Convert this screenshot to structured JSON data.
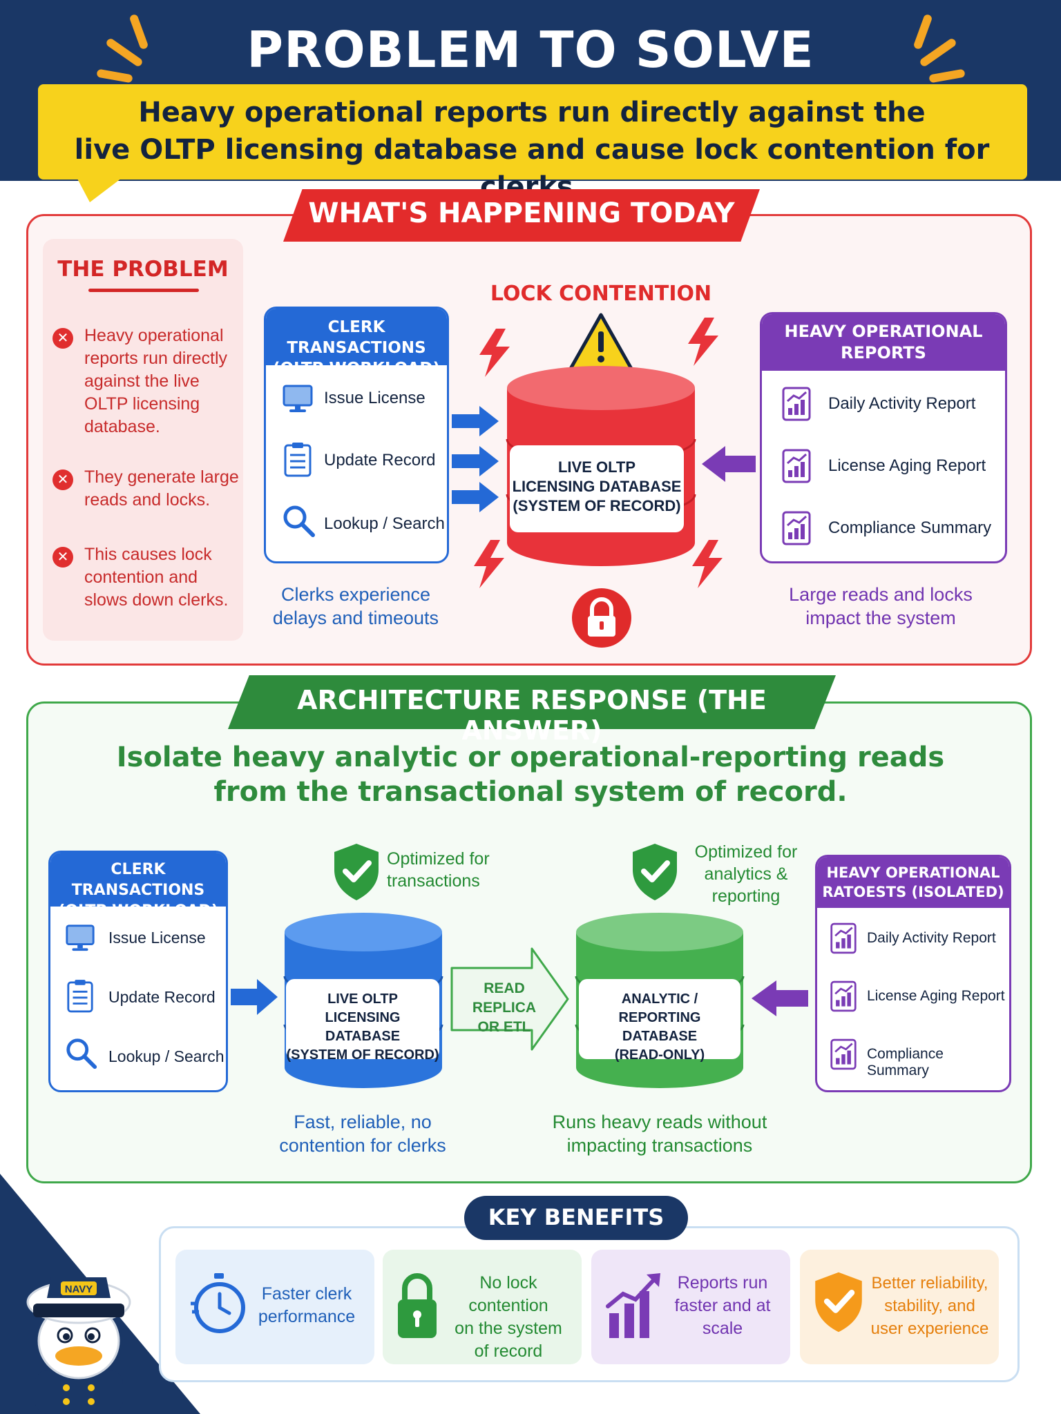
{
  "header": {
    "title": "PROBLEM TO SOLVE",
    "statement_line1": "Heavy operational reports run directly against the",
    "statement_line2": "live OLTP licensing database and cause lock contention for clerks."
  },
  "today": {
    "banner": "WHAT'S HAPPENING TODAY",
    "problem_title": "THE PROBLEM",
    "problems": [
      [
        "Heavy operational",
        "reports run directly",
        "against the live",
        "OLTP licensing",
        "database."
      ],
      [
        "They generate large",
        "reads and locks."
      ],
      [
        "This causes lock",
        "contention and",
        "slows down clerks."
      ]
    ],
    "clerk_panel": {
      "title_line1": "CLERK TRANSACTIONS",
      "title_line2": "(OLTP WORKLOAD)",
      "items": [
        "Issue License",
        "Update Record",
        "Lookup / Search"
      ]
    },
    "clerk_caption": [
      "Clerks experience",
      "delays and timeouts"
    ],
    "lock_label": "LOCK CONTENTION",
    "db_label": [
      "LIVE OLTP",
      "LICENSING DATABASE",
      "(SYSTEM OF RECORD)"
    ],
    "reports_panel": {
      "title_line1": "HEAVY OPERATIONAL",
      "title_line2": "REPORTS",
      "items": [
        "Daily Activity Report",
        "License Aging Report",
        "Compliance Summary"
      ]
    },
    "reports_caption": [
      "Large reads and locks",
      "impact the system"
    ]
  },
  "answer": {
    "banner": "ARCHITECTURE RESPONSE (THE ANSWER)",
    "headline_line1": "Isolate heavy analytic or operational-reporting reads",
    "headline_line2": "from the transactional system of record.",
    "clerk_panel": {
      "title_line1": "CLERK TRANSACTIONS",
      "title_line2": "(OLTP WORKLOAD)",
      "items": [
        "Issue License",
        "Update Record",
        "Lookup / Search"
      ]
    },
    "oltp_note": [
      "Optimized for",
      "transactions"
    ],
    "oltp_db": [
      "LIVE OLTP",
      "LICENSING DATABASE",
      "(SYSTEM OF RECORD)"
    ],
    "oltp_caption": [
      "Fast, reliable, no",
      "contention for clerks"
    ],
    "replica_label": [
      "READ REPLICA",
      "OR ETL"
    ],
    "analytic_note": [
      "Optimized for",
      "analytics &",
      "reporting"
    ],
    "analytic_db": [
      "ANALYTIC / REPORTING",
      "DATABASE",
      "(READ-ONLY)"
    ],
    "analytic_caption": [
      "Runs heavy reads without",
      "impacting transactions"
    ],
    "reports_panel": {
      "title_line1": "HEAVY OPERATIONAL",
      "title_line2": "RATOESTS (ISOLATED)",
      "items": [
        "Daily Activity Report",
        "License Aging Report",
        "Compliance Summary"
      ]
    }
  },
  "benefits": {
    "title": "KEY BENEFITS",
    "items": [
      {
        "lines": [
          "Faster clerk",
          "performance"
        ]
      },
      {
        "lines": [
          "No lock contention",
          "on the system",
          "of record"
        ]
      },
      {
        "lines": [
          "Reports run",
          "faster and at",
          "scale"
        ]
      },
      {
        "lines": [
          "Better reliability,",
          "stability, and",
          "user experience"
        ]
      }
    ]
  },
  "mascot": {
    "cap_text": "NAVY"
  },
  "colors": {
    "navy": "#1a3766",
    "yellow": "#f7d21c",
    "red": "#e32b2b",
    "green": "#2e8b3c",
    "blue": "#2469d6",
    "purple": "#7a3bb5",
    "orange": "#f59a1b"
  }
}
